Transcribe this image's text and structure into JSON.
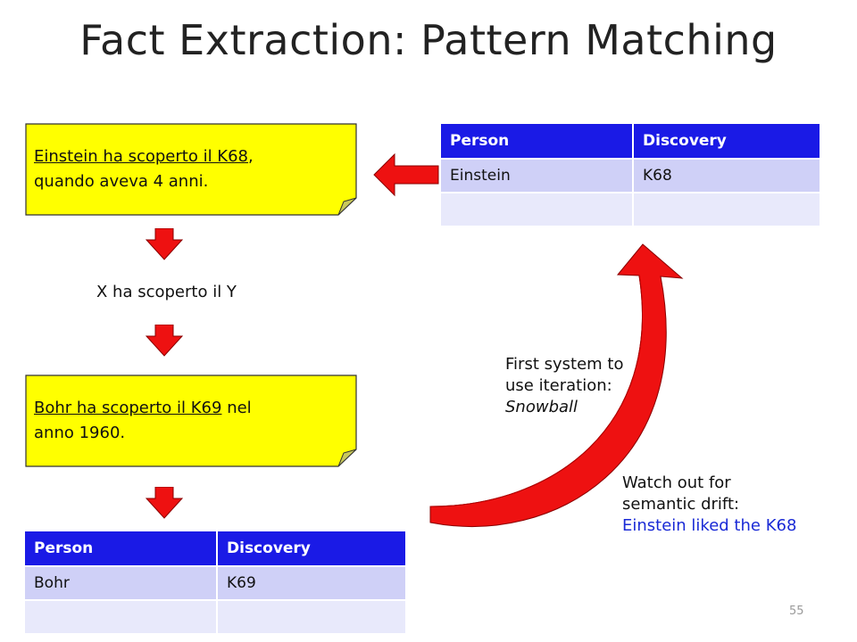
{
  "title": "Fact Extraction: Pattern Matching",
  "note_top": {
    "underlined": "Einstein ha scoperto il K68",
    "rest_line1": ",",
    "line2": "quando aveva 4 anni."
  },
  "pattern": "X ha scoperto il Y",
  "note_bottom": {
    "underlined": "Bohr ha scoperto il K69",
    "rest_line1": " nel",
    "line2": "anno 1960."
  },
  "table_top": {
    "headers": [
      "Person",
      "Discovery"
    ],
    "rows": [
      [
        "Einstein",
        "K68"
      ],
      [
        "",
        ""
      ]
    ]
  },
  "table_bottom": {
    "headers": [
      "Person",
      "Discovery"
    ],
    "rows": [
      [
        "Bohr",
        "K69"
      ],
      [
        "",
        ""
      ]
    ]
  },
  "caption_iteration": {
    "line1": "First system to",
    "line2": "use iteration:",
    "line3": "Snowball"
  },
  "caption_drift": {
    "line1": "Watch out for",
    "line2": "semantic drift:",
    "line3": "Einstein liked the K68"
  },
  "page_number": "55",
  "colors": {
    "note_fill": "#ffff00",
    "arrow_red": "#ee1111",
    "header_blue": "#1a1ae6",
    "drift_text_blue": "#1a2ad6"
  }
}
